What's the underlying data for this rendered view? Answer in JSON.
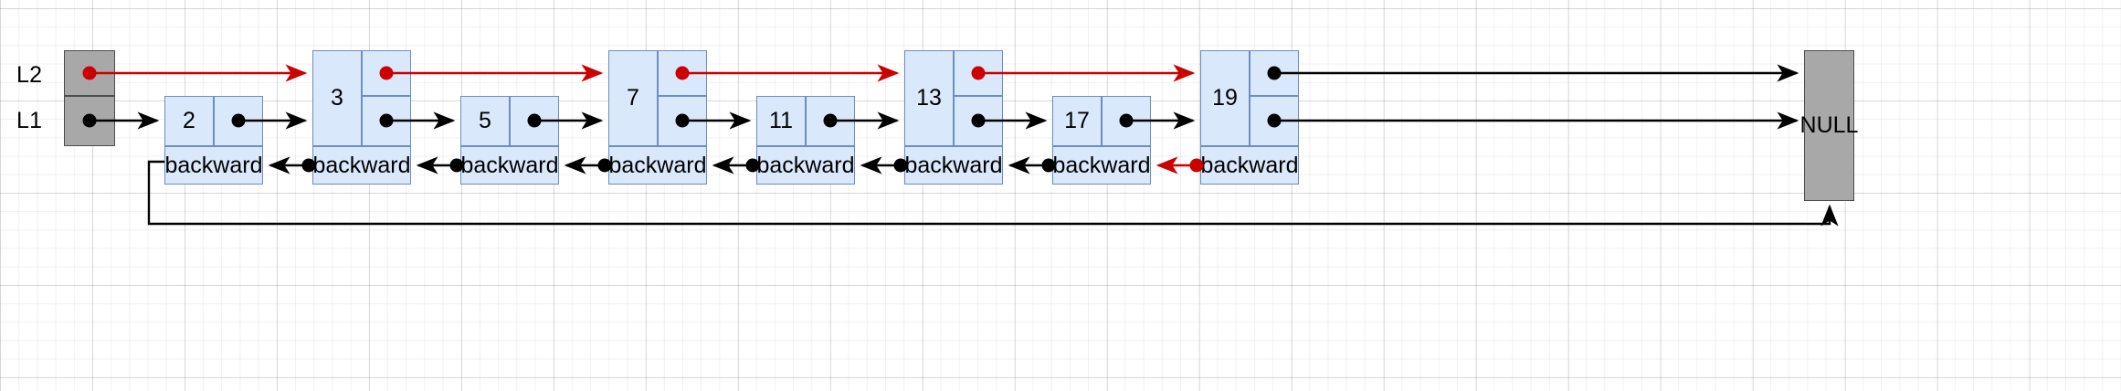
{
  "diagram": {
    "title": "skip-list-with-backward-pointers",
    "colors": {
      "node_fill": "#dae8fc",
      "node_stroke": "#6c8ebf",
      "sentinel_fill": "#a8a8a8",
      "sentinel_stroke": "#4d4d4d",
      "level2_arrow": "#cc0000",
      "level1_arrow": "#000000",
      "backward_arrow": "#000000",
      "backward_highlight_arrow": "#cc0000",
      "grid_line": "#e6e6e6"
    },
    "level_labels": [
      {
        "name": "label-l2",
        "text": "L2"
      },
      {
        "name": "label-l1",
        "text": "L1"
      }
    ],
    "header": {
      "name": "header-sentinel",
      "l2_pointer": "●",
      "l1_pointer": "●"
    },
    "tail": {
      "name": "null-sentinel",
      "text": "NULL"
    },
    "backward_label": "backward",
    "pointer_glyph": "●",
    "nodes": [
      {
        "value": "2",
        "levels": 1,
        "backward": "backward"
      },
      {
        "value": "3",
        "levels": 2,
        "backward": "backward"
      },
      {
        "value": "5",
        "levels": 1,
        "backward": "backward"
      },
      {
        "value": "7",
        "levels": 2,
        "backward": "backward"
      },
      {
        "value": "11",
        "levels": 1,
        "backward": "backward"
      },
      {
        "value": "13",
        "levels": 2,
        "backward": "backward"
      },
      {
        "value": "17",
        "levels": 1,
        "backward": "backward"
      },
      {
        "value": "19",
        "levels": 2,
        "backward": "backward"
      }
    ]
  }
}
